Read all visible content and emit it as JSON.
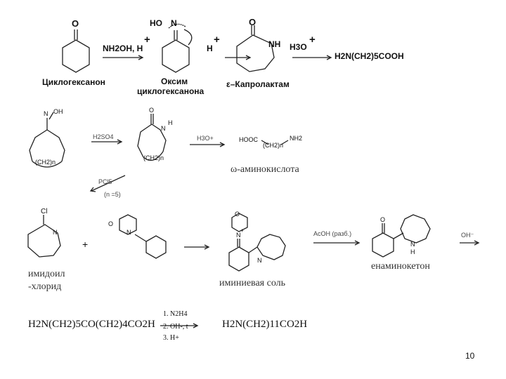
{
  "row1": {
    "o1": "O",
    "reagent1": "NH2OH, H",
    "plus1": "+",
    "ho": "HO",
    "n": "N",
    "h2": "H",
    "plus2": "+",
    "o2": "O",
    "nh": "NH",
    "h3o": "H3O",
    "plus3": "+",
    "product": "H2N(CH2)5COOH",
    "label_cyclohexanone": "Циклогексанон",
    "label_oxime_1": "Оксим",
    "label_oxime_2": "циклогексанона",
    "label_caprolactam": "ε–Капролактам"
  },
  "row2": {
    "oh_n": "N",
    "oh": "OH",
    "ring_ch2n": "(CH2)n",
    "reagent_h2so4": "H2SO4",
    "lactam_o": "O",
    "lactam_n": "N",
    "lactam_h": "H",
    "lactam_ch2n": "(CH2)n",
    "reagent_h3o": "H3O+",
    "acid_hooc": "HOOC",
    "acid_ch2n": "(CH2)n",
    "acid_nh2": "NH2",
    "label_acid": "ω-аминокислота",
    "pcl5": "PCl5",
    "n5": "(n =5)"
  },
  "row3": {
    "cl": "Cl",
    "n_imid": "N",
    "plus": "+",
    "morph_o": "O",
    "morph_n": "N",
    "label_imidoyl_1": "имидоил",
    "label_imidoyl_2": "-хлорид",
    "salt_o": "O",
    "salt_n": "N",
    "salt_plus": "+",
    "salt_n2": "N",
    "label_salt": "иминиевая соль",
    "acoh": "AcOH (разб.)",
    "ek_o": "O",
    "ek_n": "N",
    "ek_h": "H",
    "label_enaminoketone": "енаминокетон",
    "oh_minus": "OH⁻"
  },
  "row4": {
    "reactant": "H2N(CH2)5CO(CH2)4CO2H",
    "step1": "1. N2H4",
    "step2": "2. OH-, t",
    "step3": "3. H+",
    "product": "H2N(CH2)11CO2H"
  },
  "page_number": "10"
}
